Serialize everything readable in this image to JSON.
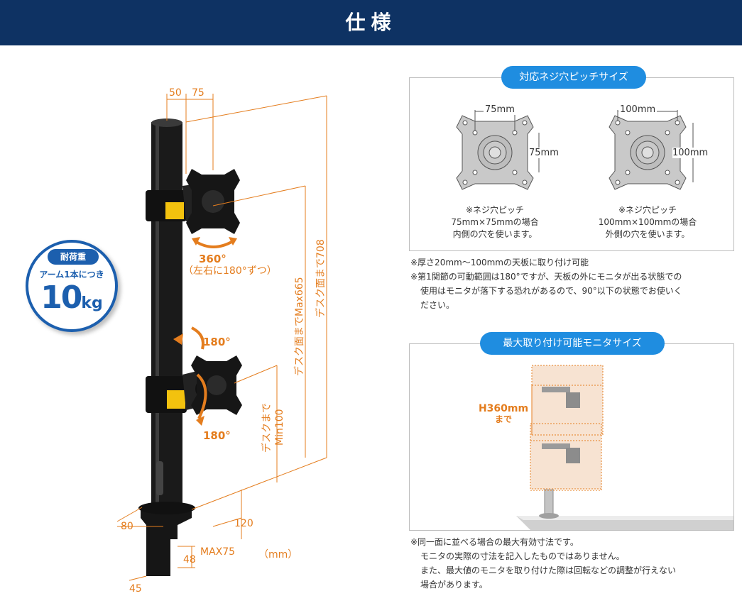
{
  "header": {
    "title": "仕様"
  },
  "weight_badge": {
    "pill": "耐荷重",
    "sub": "アーム1本につき",
    "value": "10",
    "unit": "kg"
  },
  "dimensions": {
    "d50": "50",
    "d75": "75",
    "rot360": "360°",
    "rot360_note": "（左右に180°ずつ）",
    "rot180_a": "180°",
    "rot180_b": "180°",
    "desk_max": "デスク面までMax665",
    "desk_708": "デスク面まで708",
    "desk_min_1": "デスクまで",
    "desk_min_2": "Min100",
    "d80": "80",
    "d120": "120",
    "max75": "MAX75",
    "d48": "48",
    "d45": "45",
    "unit": "（mm）"
  },
  "vesa_panel": {
    "title": "対応ネジ穴ピッチサイズ",
    "left": {
      "w": "75mm",
      "h": "75mm",
      "cap1": "※ネジ穴ピッチ",
      "cap2": "75mm×75mmの場合",
      "cap3": "内側の穴を使います。"
    },
    "right": {
      "w": "100mm",
      "h": "100mm",
      "cap1": "※ネジ穴ピッチ",
      "cap2": "100mm×100mmの場合",
      "cap3": "外側の穴を使います。"
    }
  },
  "notes_top": {
    "n1": "※厚さ20mm～100mmの天板に取り付け可能",
    "n2a": "※第1関節の可動範囲は180°ですが、天板の外にモニタが出る状態での",
    "n2b": "使用はモニタが落下する恐れがあるので、90°以下の状態でお使いく",
    "n2c": "ださい。"
  },
  "monitor_panel": {
    "title": "最大取り付け可能モニタサイズ",
    "h_label": "H360mm",
    "h_sub": "まで"
  },
  "notes_bottom": {
    "n1": "※同一面に並べる場合の最大有効寸法です。",
    "n2": "モニタの実際の寸法を記入したものではありません。",
    "n3": "また、最大値のモニタを取り付けた際は回転などの調整が行えない",
    "n4": "場合があります。"
  },
  "colors": {
    "header": "#0e3263",
    "accent": "#e47d1e",
    "badge": "#1c5fae",
    "pill": "#1f8de0"
  }
}
